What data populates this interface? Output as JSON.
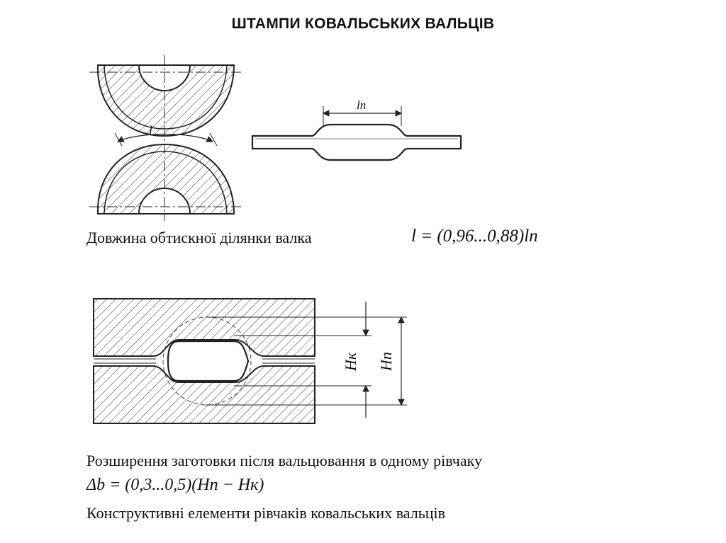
{
  "title": "ШТАМПИ КОВАЛЬСЬКИХ ВАЛЬЦІВ",
  "figure1": {
    "roll_arc_label": "l",
    "blank_length_label": "lп"
  },
  "caption1": "Довжина обтискної ділянки валка",
  "formula1": "l = (0,96...0,88)lп",
  "figure2": {
    "hk_label": "Hк",
    "hp_label": "Hп"
  },
  "caption2": "Розширення заготовки після вальцювання в одному рівчаку",
  "formula2": "Δb = (0,3...0,5)(Hп − Hк)",
  "caption3": "Конструктивні елементи рівчаків ковальських вальців"
}
